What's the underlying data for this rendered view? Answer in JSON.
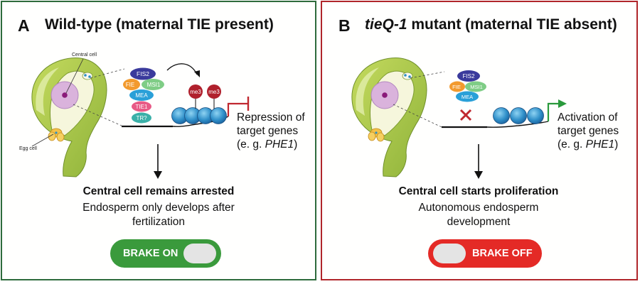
{
  "panel_a": {
    "letter": "A",
    "title": "Wild-type (maternal TIE present)",
    "central_cell_label": "Central cell",
    "egg_cell_label": "Egg cell",
    "complex": [
      "FIS2",
      "FIE",
      "MSI1",
      "MEA",
      "TIE1",
      "TR?"
    ],
    "mark_label": "me3",
    "outcome_line1": "Repression of",
    "outcome_line2": "target genes",
    "outcome_line3_prefix": "(e. g. ",
    "outcome_gene": "PHE1",
    "outcome_line3_suffix": ")",
    "headline": "Central cell remains arrested",
    "subline1": "Endosperm only develops after",
    "subline2": "fertilization",
    "toggle_label": "BRAKE ON",
    "accent": "#3a9a3c"
  },
  "panel_b": {
    "letter": "B",
    "title_italic": "tieQ-1",
    "title_rest": " mutant (maternal TIE absent)",
    "complex": [
      "FIS2",
      "FIE",
      "MSI1",
      "MEA"
    ],
    "outcome_line1": "Activation of",
    "outcome_line2": "target genes",
    "outcome_line3_prefix": "(e. g. ",
    "outcome_gene": "PHE1",
    "outcome_line3_suffix": ")",
    "headline": "Central cell starts proliferation",
    "subline1": "Autonomous endosperm",
    "subline2": "development",
    "toggle_label": "BRAKE OFF",
    "accent": "#e42a26"
  }
}
